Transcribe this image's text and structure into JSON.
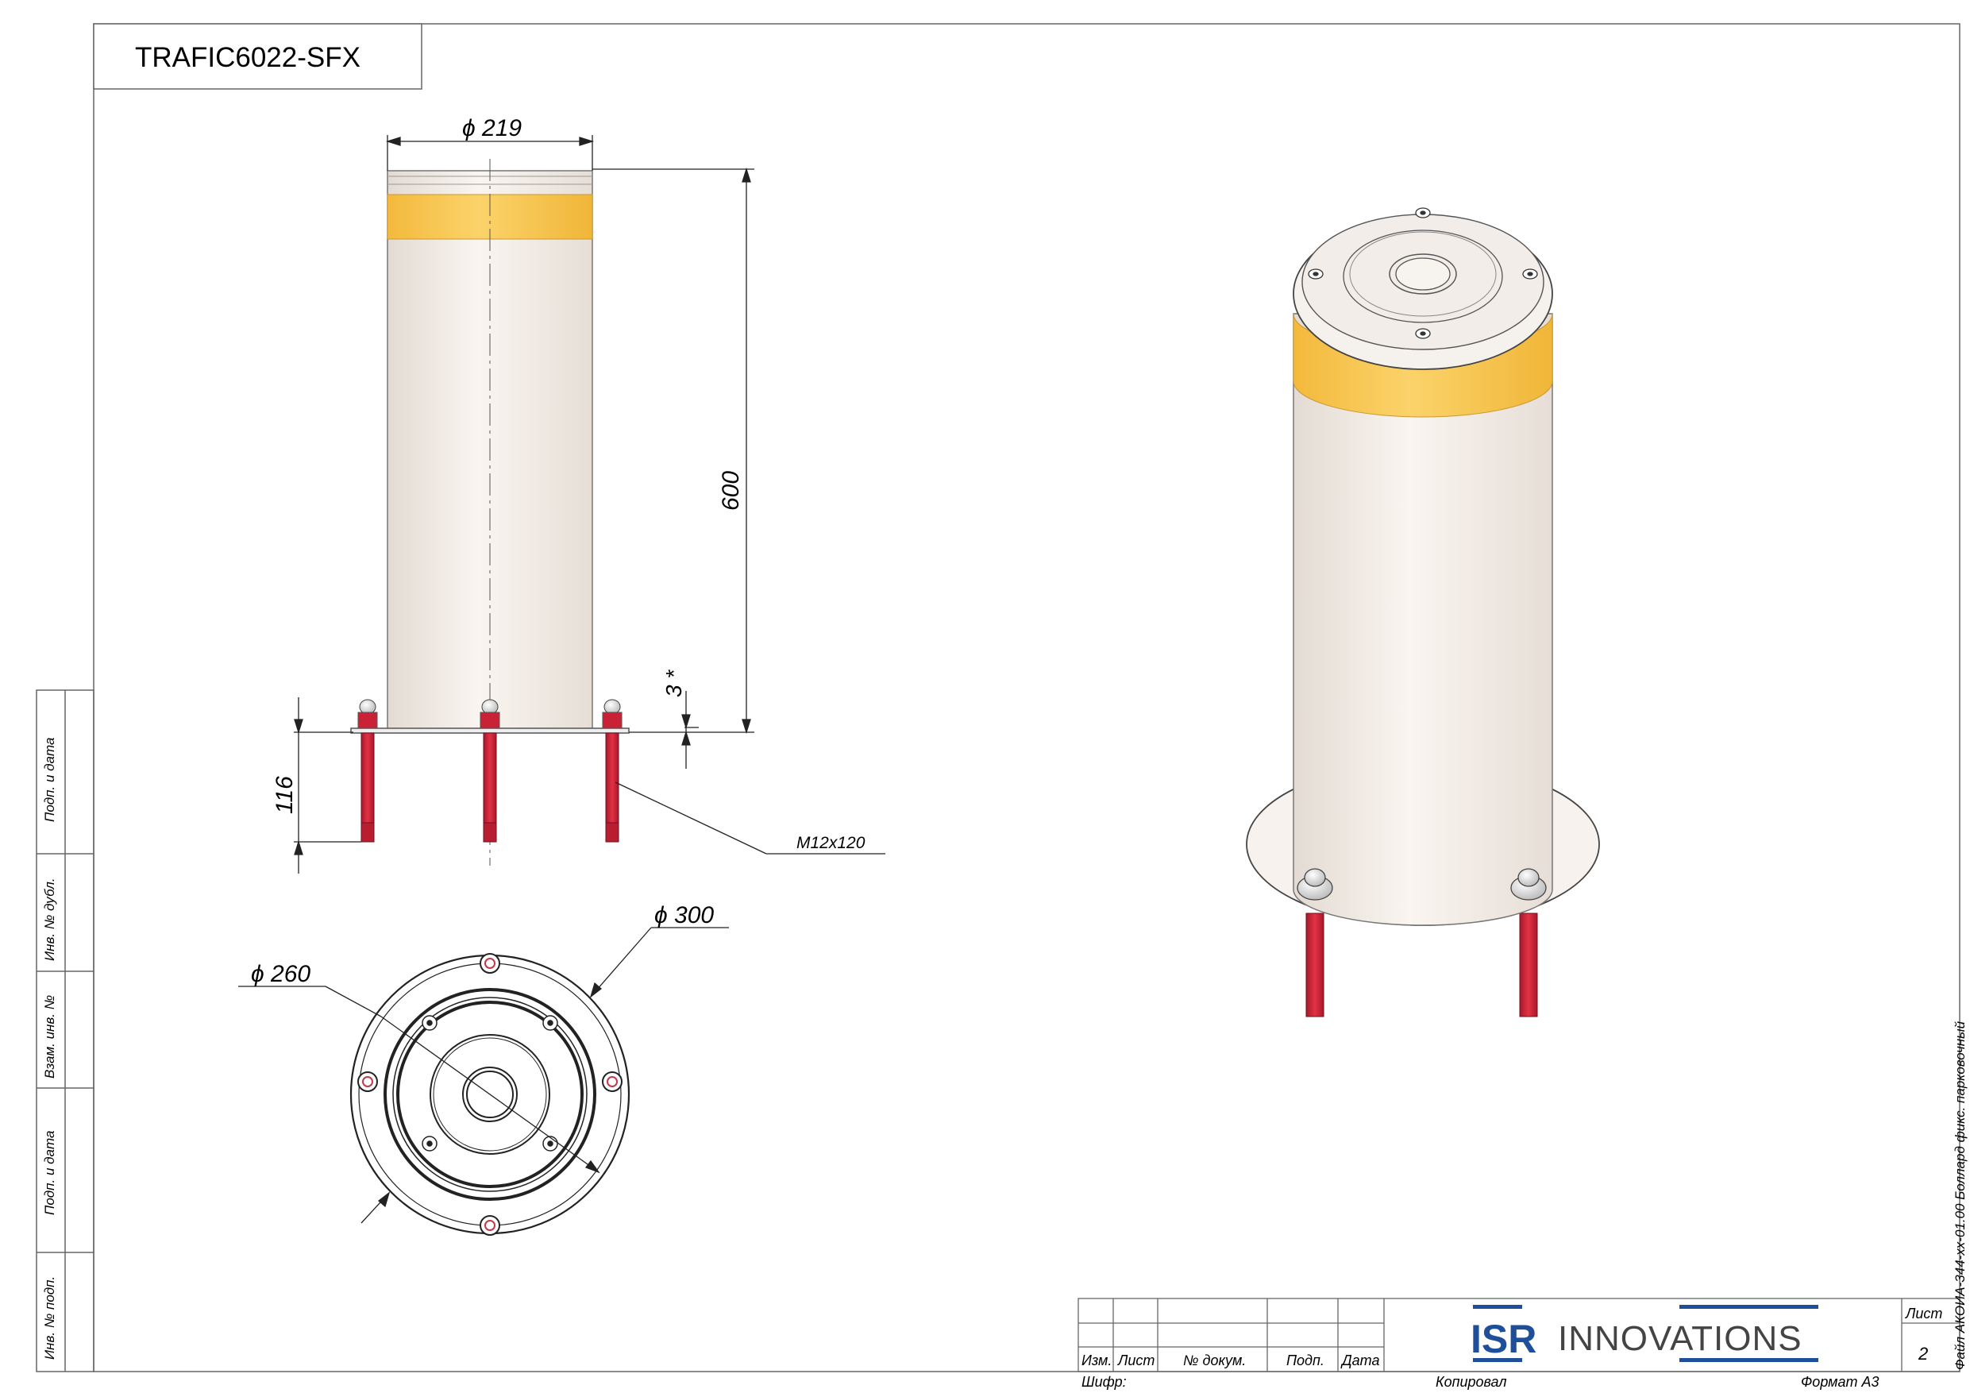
{
  "drawing": {
    "title": "TRAFIC6022-SFX",
    "dimensions": {
      "top_diameter": "219",
      "height": "600",
      "gap": "3 *",
      "anchor_length": "116",
      "anchor_spec": "M12x120",
      "flange_diameter": "300",
      "bolt_circle_diameter": "260"
    }
  },
  "side_stamp": {
    "fields": [
      "Подп. и дата",
      "Инв. № дубл.",
      "Взам. инв. №",
      "Подп. и дата",
      "Инв. № подп."
    ]
  },
  "title_block": {
    "columns": [
      "Изм.",
      "Лист",
      "№ докум.",
      "Подп.",
      "Дата"
    ],
    "logo_isr": "ISR",
    "logo_innovations": "INNOVATIONS",
    "sheet_label": "Лист",
    "sheet_number": "2",
    "cipher_label": "Шифр:",
    "copied_label": "Копировал",
    "format_label": "Формат А3",
    "file_info": "Файл АКОИА-344-хх-01.00 Боллард фикс. парковочный"
  },
  "colors": {
    "body": "#f4ede6",
    "band": "#f6c24a",
    "anchor": "#d8283c",
    "logo_blue": "#1f4e9a",
    "logo_text": "#444444"
  }
}
